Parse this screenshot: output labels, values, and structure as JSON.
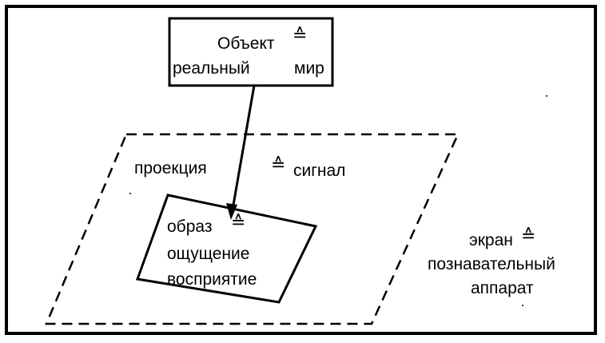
{
  "object_box": {
    "line1": "Объект",
    "line2_left": "реальный",
    "line2_right": "мир"
  },
  "projection_plane": {
    "left_label": "проекция",
    "right_label": "сигнал"
  },
  "image_box": {
    "line1": "образ",
    "line2": "ощущение",
    "line3": "восприятие"
  },
  "screen_label": {
    "line1": "экран",
    "line2": "познавательный",
    "line3": "аппарат"
  },
  "correspondence_symbol": "≙"
}
